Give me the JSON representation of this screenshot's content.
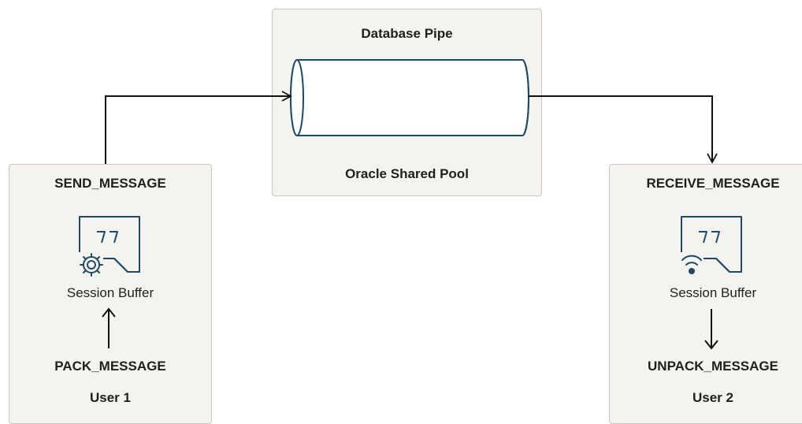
{
  "pipe_panel": {
    "title": "Database Pipe",
    "caption": "Oracle Shared Pool"
  },
  "sender": {
    "title": "SEND_MESSAGE",
    "buffer_label": "Session Buffer",
    "operation": "PACK_MESSAGE",
    "user": "User 1",
    "icon": "message-gear-icon"
  },
  "receiver": {
    "title": "RECEIVE_MESSAGE",
    "buffer_label": "Session Buffer",
    "operation": "UNPACK_MESSAGE",
    "user": "User 2",
    "icon": "message-wireless-icon"
  },
  "colors": {
    "panel_bg": "#f5f3f0",
    "panel_border": "#c9c5c0",
    "icon_stroke": "#1f4a63",
    "connector": "#111111"
  }
}
